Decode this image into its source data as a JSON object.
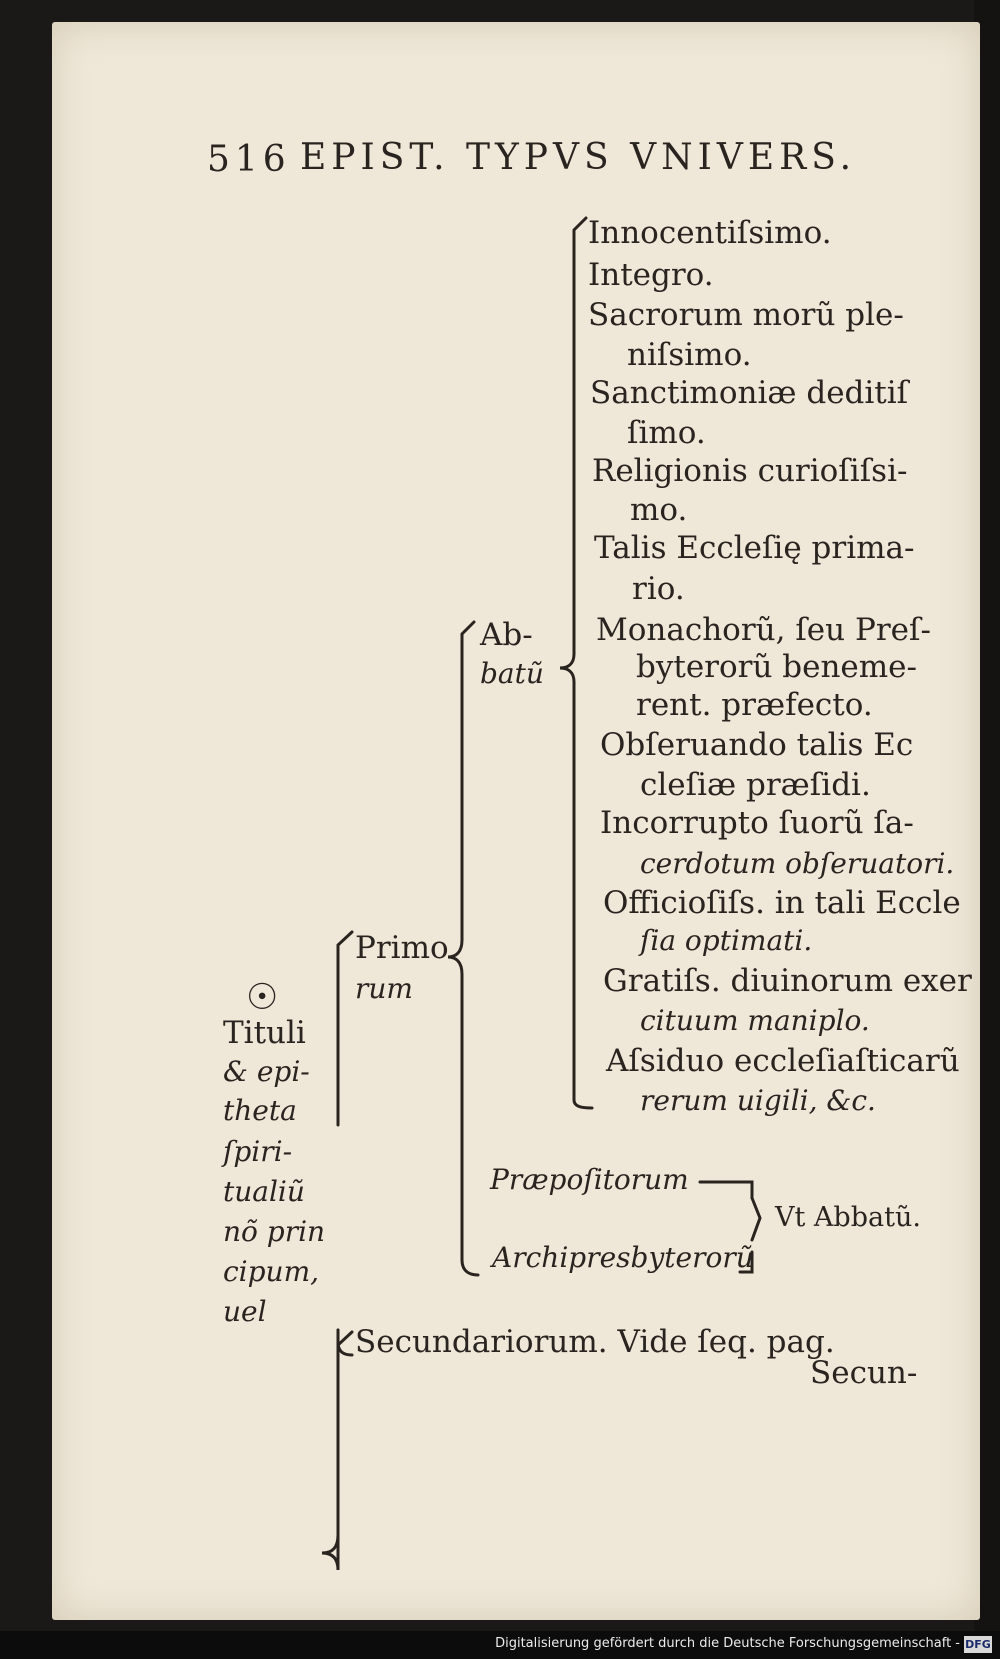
{
  "header": {
    "page_number": "516",
    "running_title": "EPIST. TYPVS VNIVERS."
  },
  "root": {
    "symbol": "☉",
    "lines": [
      "Tituli",
      "& epi-",
      "theta",
      "ſpiri-",
      "tualiũ",
      "nõ prin",
      "cipum,",
      "uel"
    ]
  },
  "primorum": [
    "Primo",
    "rum"
  ],
  "abbatum": [
    "Ab-",
    "batũ"
  ],
  "abbatum_items": [
    "Innocentiſsimo.",
    "Integro.",
    "Sacrorum morũ ple-",
    "niſsimo.",
    "Sanctimoniæ deditiſ",
    "ſimo.",
    "Religionis curioſiſsi-",
    "mo.",
    "Talis Eccleſię prima-",
    "rio.",
    "Monachorũ, ſeu Preſ-",
    "byterorũ beneme-",
    "rent. præfecto.",
    "Obſeruando talis Ec",
    "cleſiæ præſidi.",
    "Incorrupto ſuorũ ſa-",
    "cerdotum obſeruatori.",
    "Officioſiſs. in tali Eccle",
    "ſia optimati.",
    "Gratiſs. diuinorum exer",
    "cituum maniplo.",
    "Aſsiduo eccleſiaſticarũ",
    "rerum uigili, &c."
  ],
  "praepositorum": "Præpoſitorum",
  "archipresbyterorum": "Archipresbyterorũ",
  "vt_abbatum": "Vt Abbatũ.",
  "secundariorum": "Secundariorum. Vide ſeq. pag.",
  "catchword": "Secun-",
  "footer": {
    "text": "Digitalisierung gefördert durch die Deutsche Forschungsgemeinschaft -",
    "logo": "DFG"
  }
}
